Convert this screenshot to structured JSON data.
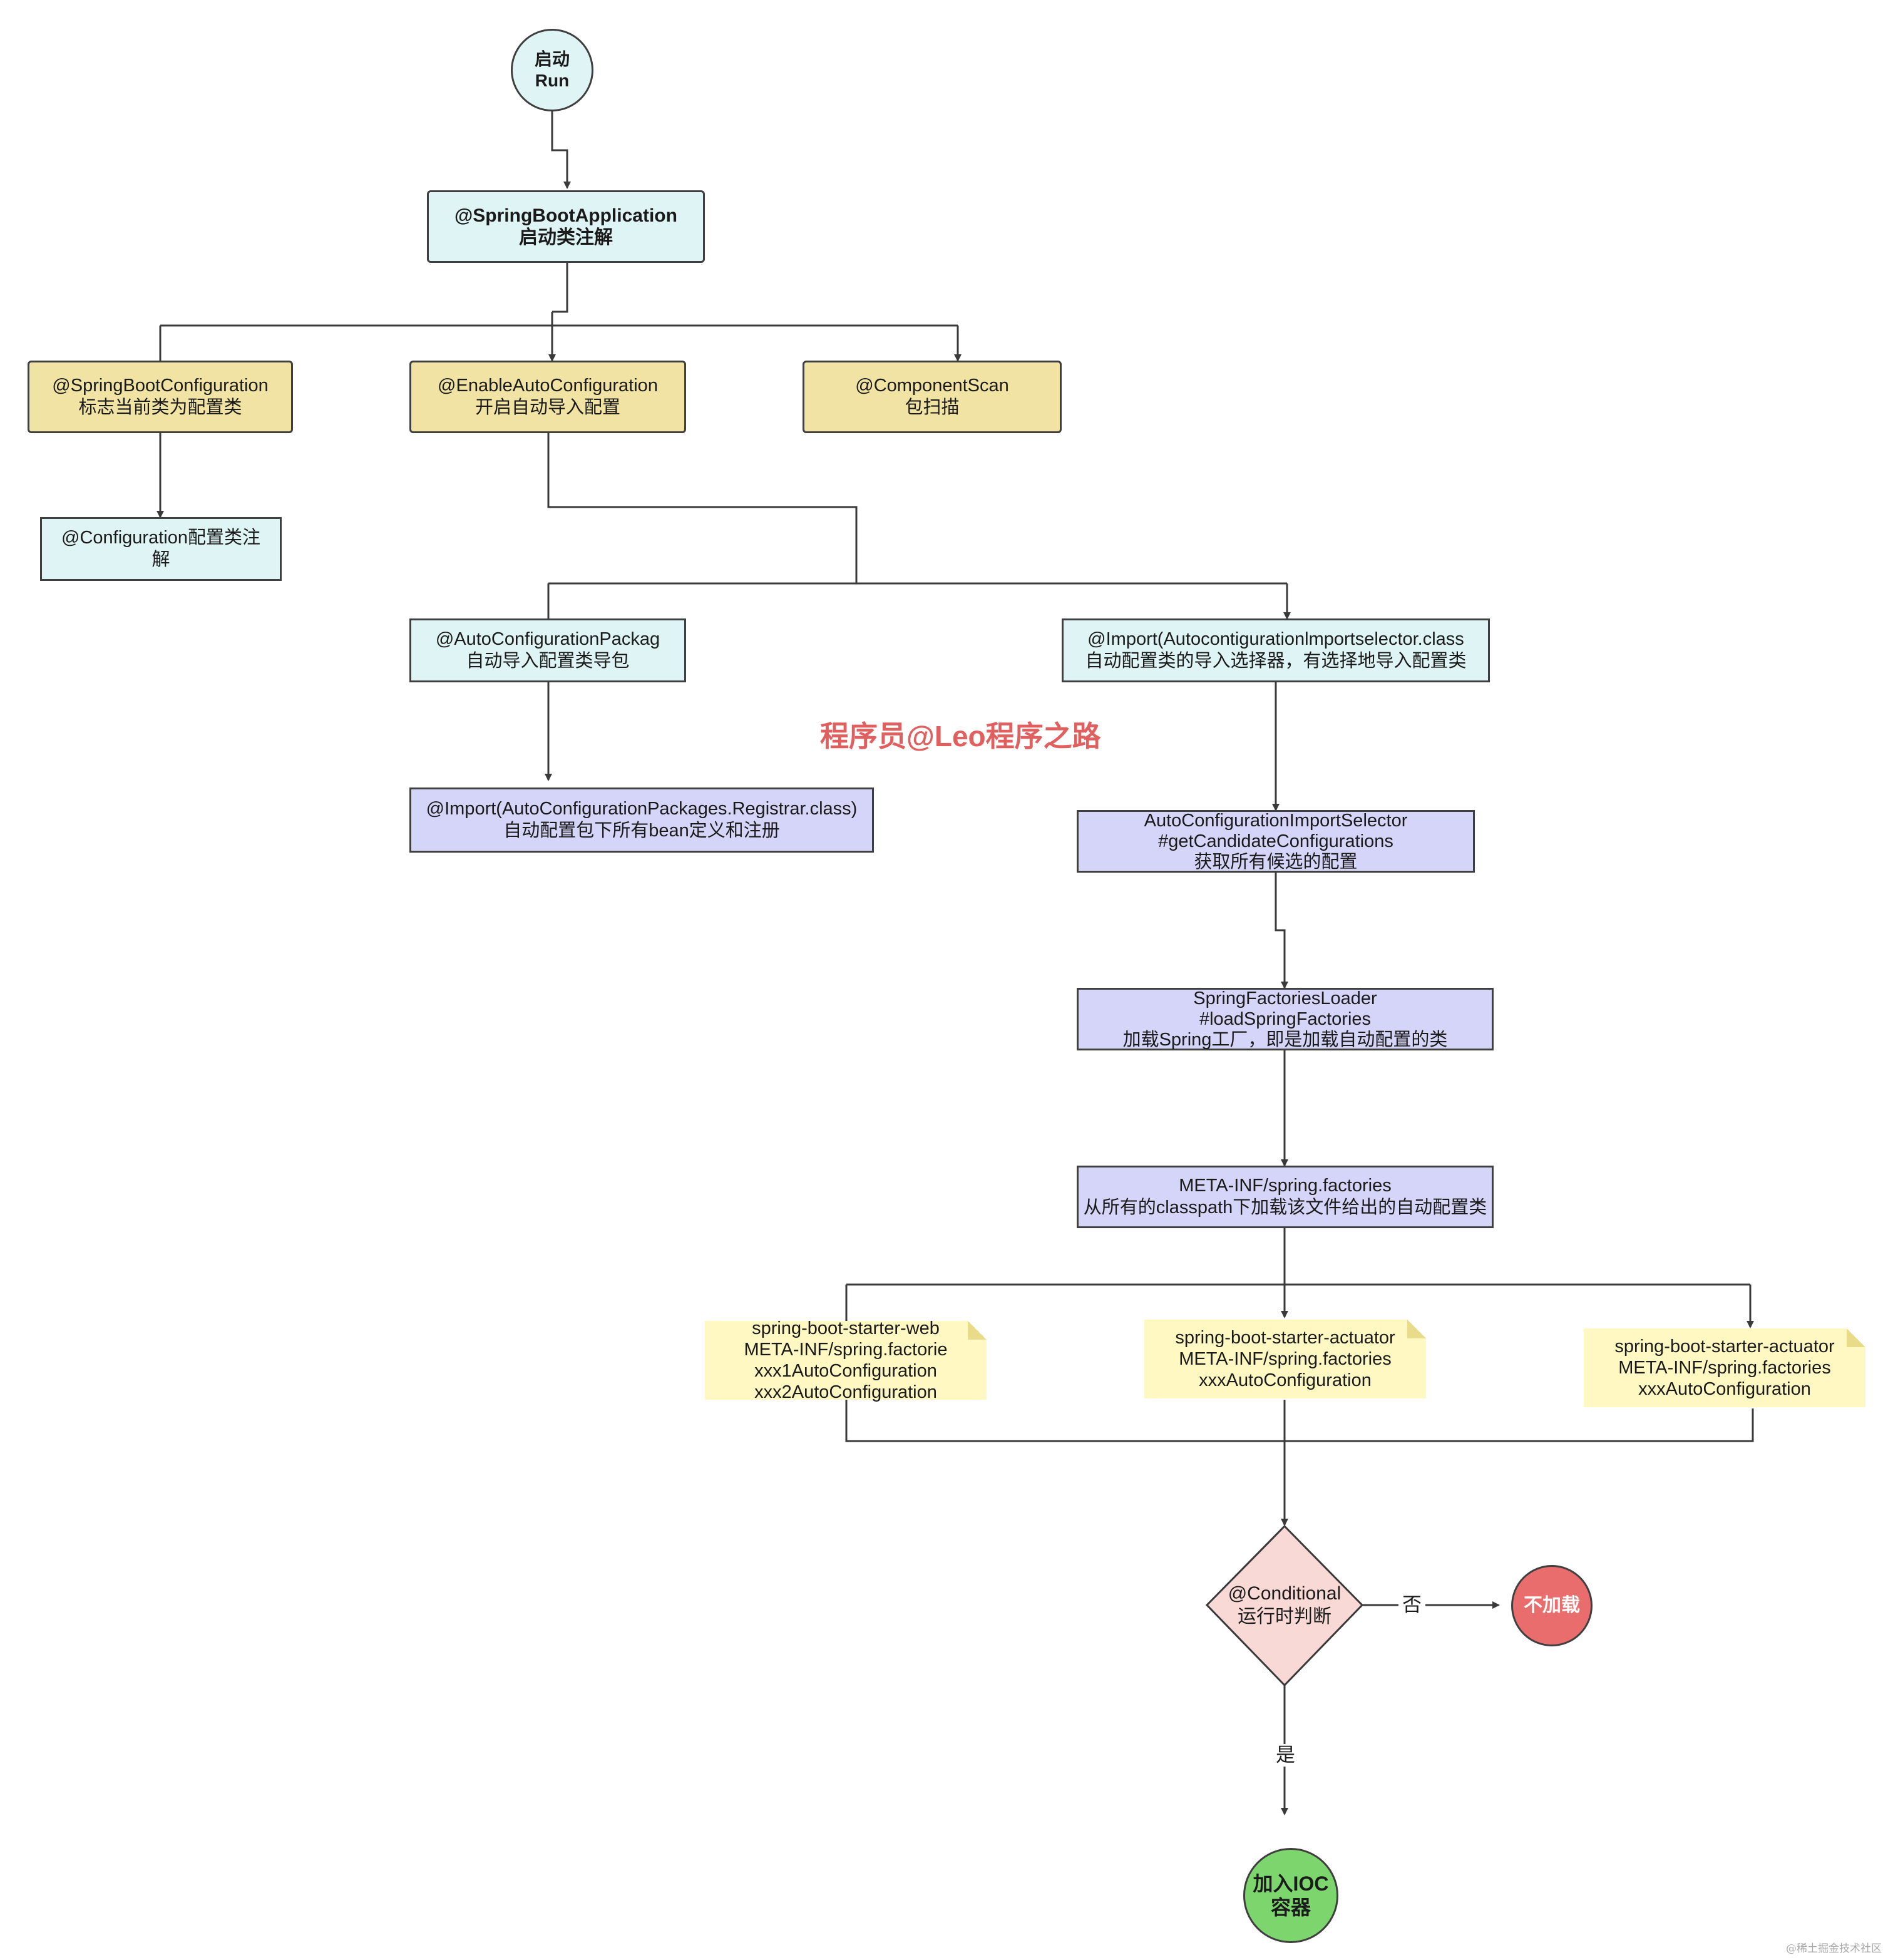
{
  "start": {
    "line1": "启动",
    "line2": "Run"
  },
  "app": {
    "line1": "@SpringBootApplication",
    "line2": "启动类注解"
  },
  "sbc": {
    "line1": "@SpringBootConfiguration",
    "line2": "标志当前类为配置类"
  },
  "eac": {
    "line1": "@EnableAutoConfiguration",
    "line2": "开启自动导入配置"
  },
  "cs": {
    "line1": "@ComponentScan",
    "line2": "包扫描"
  },
  "conf": {
    "line1": "@Configuration配置类注",
    "line2": "解"
  },
  "acp": {
    "line1": "@AutoConfigurationPackag",
    "line2": "自动导入配置类导包"
  },
  "imp": {
    "line1": "@Import(Autocontigurationlmportselector.class",
    "line2": "自动配置类的导入选择器，有选择地导入配置类"
  },
  "reg": {
    "line1": "@Import(AutoConfigurationPackages.Registrar.class)",
    "line2": "自动配置包下所有bean定义和注册"
  },
  "acis": {
    "line1": "AutoConfigurationImportSelector",
    "line2": "#getCandidateConfigurations",
    "line3": "获取所有候选的配置"
  },
  "sfl": {
    "line1": "SpringFactoriesLoader",
    "line2": "#loadSpringFactories",
    "line3": "加载Spring工厂，即是加载自动配置的类"
  },
  "meta": {
    "line1": "META-INF/spring.factories",
    "line2": "从所有的classpath下加载该文件给出的自动配置类"
  },
  "note1": {
    "line1": "spring-boot-starter-web",
    "line2": "META-INF/spring.factorie",
    "line3": "xxx1AutoConfiguration",
    "line4": "xxx2AutoConfiguration"
  },
  "note2": {
    "line1": "spring-boot-starter-actuator",
    "line2": "META-INF/spring.factories",
    "line3": "xxxAutoConfiguration"
  },
  "note3": {
    "line1": "spring-boot-starter-actuator",
    "line2": "META-INF/spring.factories",
    "line3": "xxxAutoConfiguration"
  },
  "cond": {
    "line1": "@Conditional",
    "line2": "运行时判断"
  },
  "no": {
    "label": "否",
    "result": "不加载"
  },
  "yes": {
    "label": "是",
    "result_line1": "加入IOC",
    "result_line2": "容器"
  },
  "watermark": "程序员@Leo程序之路",
  "footer": "@稀土掘金技术社区",
  "colors": {
    "cyan": "#dff5f5",
    "yellow": "#f0e3a3",
    "violet": "#d4d5f8",
    "note": "#fff8c2",
    "decision": "#f9d9d6",
    "stop": "#ea6d6d",
    "ioc": "#7dd66d",
    "watermark": "#e06060"
  }
}
